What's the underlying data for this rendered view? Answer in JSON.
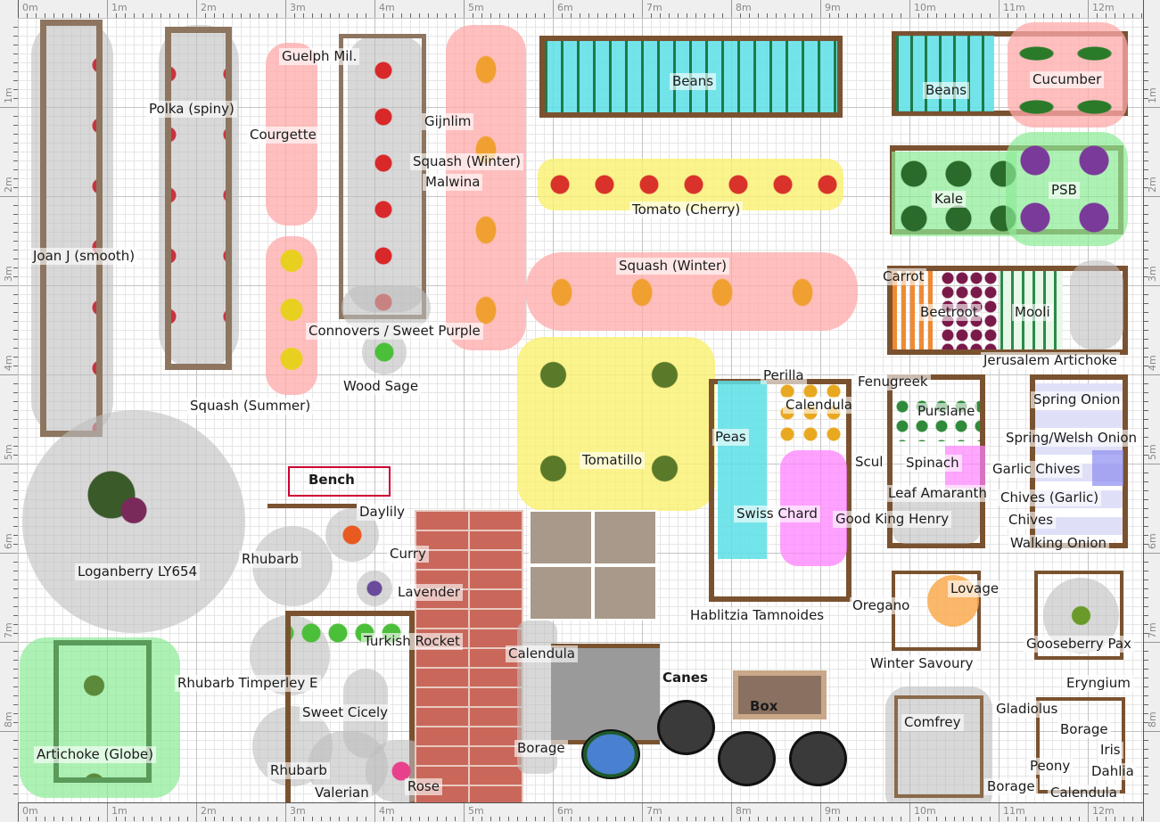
{
  "ruler": {
    "h_labels": [
      "0m",
      "1m",
      "2m",
      "3m",
      "4m",
      "5m",
      "6m",
      "7m",
      "8m",
      "9m",
      "10m",
      "11m",
      "12m"
    ],
    "v_labels": [
      "1m",
      "2m",
      "3m",
      "4m",
      "5m",
      "6m",
      "7m",
      "8m"
    ]
  },
  "plants": {
    "joan_j": "Joan J (smooth)",
    "polka": "Polka (spiny)",
    "guelph": "Guelph Mil.",
    "courgette": "Courgette",
    "squash_summer": "Squash (Summer)",
    "gijnlim": "Gijnlim",
    "squash_winter_v": "Squash (Winter)",
    "malwina": "Malwina",
    "connovers": "Connovers / Sweet Purple",
    "wood_sage": "Wood Sage",
    "beans_main": "Beans",
    "tomato_cherry": "Tomato (Cherry)",
    "squash_winter_h": "Squash (Winter)",
    "tomatillo": "Tomatillo",
    "perilla": "Perilla",
    "calendula_peas": "Calendula",
    "peas": "Peas",
    "swiss_chard": "Swiss Chard",
    "good_king_henry": "Good King Henry",
    "hablitzia": "Hablitzia Tamnoides",
    "beans_right": "Beans",
    "cucumber": "Cucumber",
    "kale": "Kale",
    "psb": "PSB",
    "carrot": "Carrot",
    "beetroot": "Beetroot",
    "mooli": "Mooli",
    "jerusalem_artichoke": "Jerusalem Artichoke",
    "fenugreek": "Fenugreek",
    "purslane": "Purslane",
    "scul": "Scul",
    "spinach": "Spinach",
    "leaf_amaranth": "Leaf Amaranth",
    "spring_onion": "Spring Onion",
    "spring_welsh_onion": "Spring/Welsh Onion",
    "garlic_chives": "Garlic Chives",
    "chives_garlic": "Chives (Garlic)",
    "chives": "Chives",
    "walking_onion": "Walking Onion",
    "oregano": "Oregano",
    "lovage": "Lovage",
    "winter_savoury": "Winter Savoury",
    "gooseberry": "Gooseberry Pax",
    "eryngium": "Eryngium",
    "comfrey": "Comfrey",
    "gladiolus": "Gladiolus",
    "borage_flower1": "Borage",
    "iris": "Iris",
    "peony": "Peony",
    "dahlia": "Dahlia",
    "borage_flower2": "Borage",
    "calendula_flower": "Calendula",
    "loganberry": "Loganberry LY654",
    "artichoke": "Artichoke (Globe)",
    "daylily": "Daylily",
    "curry": "Curry",
    "lavender": "Lavender",
    "rhubarb1": "Rhubarb",
    "rhubarb_timperley": "Rhubarb Timperley E",
    "rhubarb2": "Rhubarb",
    "turkish_rocket": "Turkish Rocket",
    "sweet_cicely": "Sweet Cicely",
    "valerian": "Valerian",
    "rose": "Rose",
    "calendula_path": "Calendula",
    "borage_path": "Borage"
  },
  "objects": {
    "bench": "Bench",
    "canes": "Canes",
    "box": "Box"
  },
  "colors": {
    "bench_outline": "#cc0033",
    "frame_wood": "#7a5230",
    "squash_bed": "#ffaaaa",
    "tomato_bed": "#faf06e",
    "brassica_bed": "#8ceb96",
    "bean_bed": "#5ae1e6"
  }
}
